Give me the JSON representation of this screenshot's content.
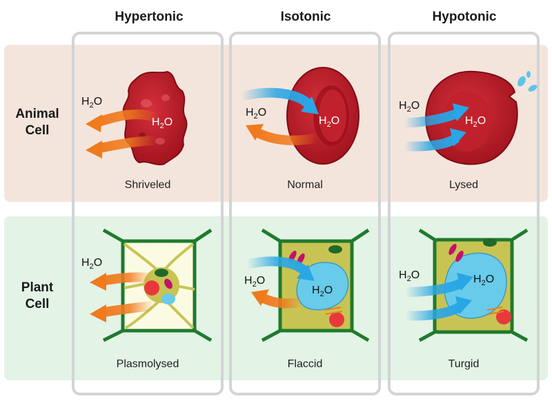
{
  "columns": [
    {
      "title": "Hypertonic",
      "animal_state": "Shriveled",
      "plant_state": "Plasmolysed"
    },
    {
      "title": "Isotonic",
      "animal_state": "Normal",
      "plant_state": "Flaccid"
    },
    {
      "title": "Hypotonic",
      "animal_state": "Lysed",
      "plant_state": "Turgid"
    }
  ],
  "rows": {
    "animal": {
      "line1": "Animal",
      "line2": "Cell"
    },
    "plant": {
      "line1": "Plant",
      "line2": "Cell"
    }
  },
  "water": {
    "symbol": "H",
    "subscript": "2",
    "suffix": "O"
  },
  "colors": {
    "animal_band": "#f4e5dc",
    "plant_band": "#e3f3e6",
    "column_border": "#d2d4d6",
    "out_arrow": "#f07a1e",
    "in_arrow": "#29a6e6",
    "red_cell": "#a8131f",
    "cell_wall": "#1f7a2e",
    "cytoplasm": "#c8c453",
    "vacuole": "#68cbea"
  }
}
